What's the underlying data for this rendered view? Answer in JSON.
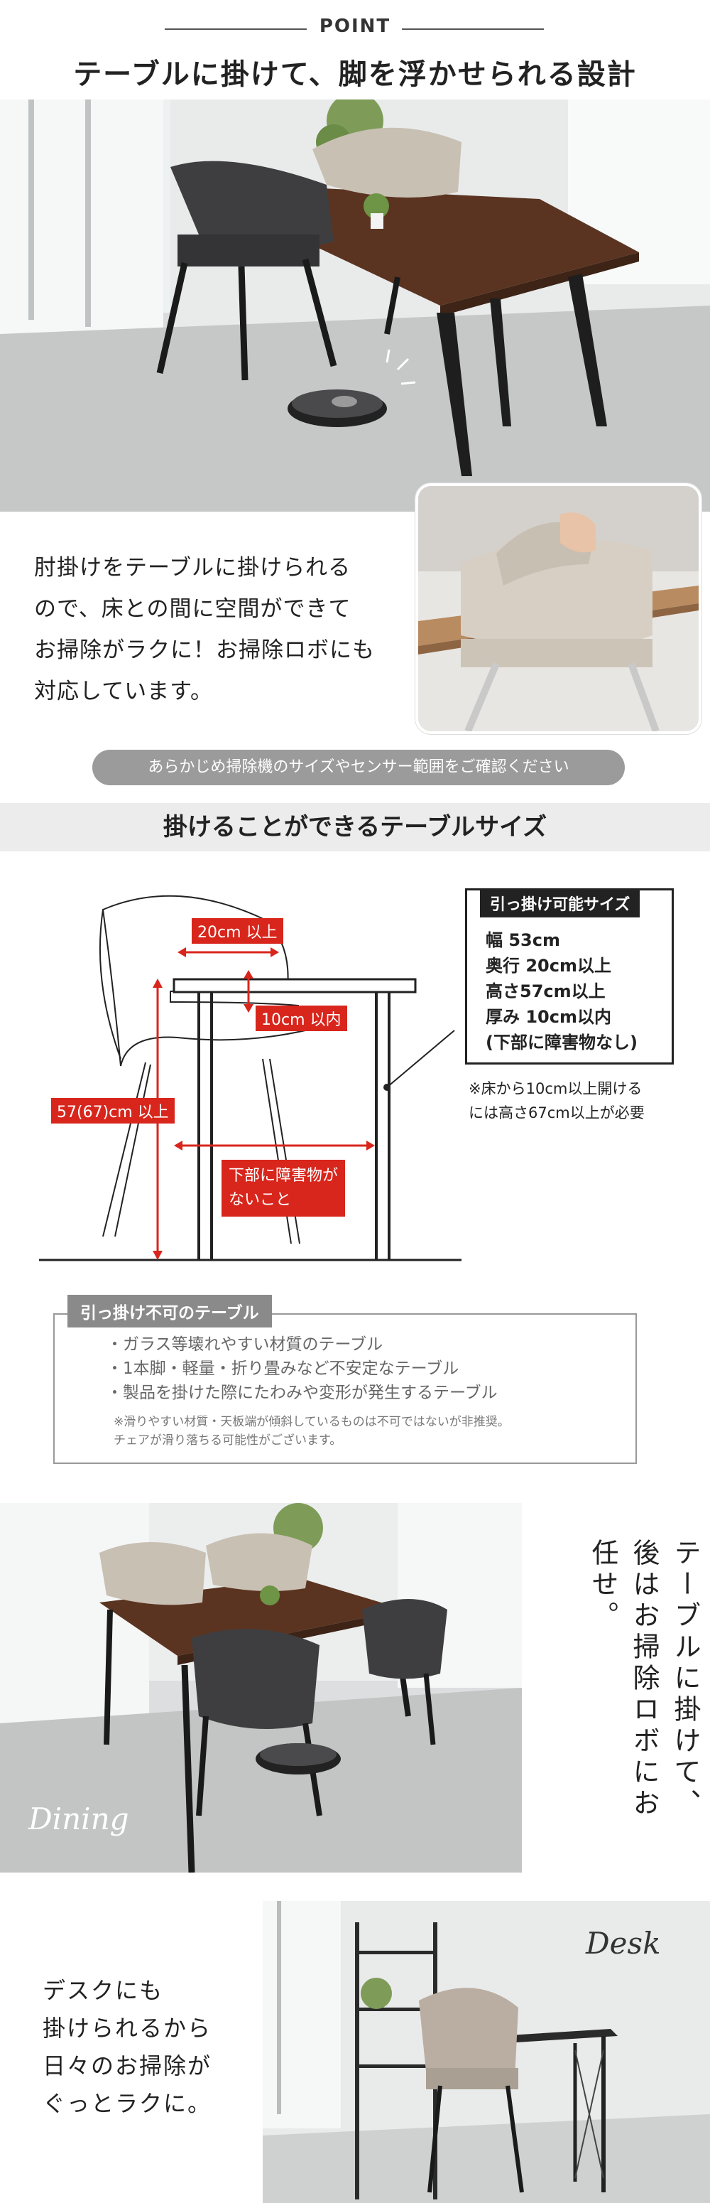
{
  "header": {
    "point_label": "POINT",
    "title": "テーブルに掛けて、脚を浮かせられる設計"
  },
  "section1": {
    "text_lines": [
      "肘掛けをテーブルに掛けられる",
      "ので、床との間に空間ができて",
      "お掃除がラクに！お掃除ロボにも",
      "対応しています。"
    ],
    "notice": "あらかじめ掃除機のサイズやセンサー範囲をご確認ください"
  },
  "section2": {
    "band_title": "掛けることができるテーブルサイズ",
    "diagram_labels": {
      "armrest": "20cm 以上",
      "gap": "10cm 以内",
      "height": "57(67)cm 以上",
      "obstacle_line1": "下部に障害物が",
      "obstacle_line2": "ないこと"
    },
    "capacity_box": {
      "title": "引っ掛け可能サイズ",
      "lines": [
        "幅 53cm",
        "奥行 20cm以上",
        "高さ57cm以上",
        "厚み 10cm以内",
        "(下部に障害物なし)"
      ]
    },
    "note_lines": [
      "※床から10cm以上開ける",
      "には高さ67cm以上が必要"
    ]
  },
  "ng_section": {
    "title": "引っ掛け不可のテーブル",
    "items": [
      "・ガラス等壊れやすい材質のテーブル",
      "・1本脚・軽量・折り畳みなど不安定なテーブル",
      "・製品を掛けた際にたわみや変形が発生するテーブル"
    ],
    "note_lines": [
      "※滑りやすい材質・天板端が傾斜しているものは不可ではないが非推奨。",
      "チェアが滑り落ちる可能性がございます。"
    ]
  },
  "section3": {
    "vertical_text": "テーブルに掛けて、後はお掃除ロボにお任せ。",
    "script_label": "Dining"
  },
  "section4": {
    "text_lines": [
      "デスクにも",
      "掛けられるから",
      "日々のお掃除が",
      "ぐっとラクに。"
    ],
    "script_label": "Desk"
  },
  "colors": {
    "accent_red": "#d8261c",
    "pill_gray": "#9b9b9b",
    "band_gray": "#ececec",
    "table_wood": "#5a3421",
    "chair_dark": "#3e3e40",
    "chair_beige": "#c9c0b4"
  }
}
